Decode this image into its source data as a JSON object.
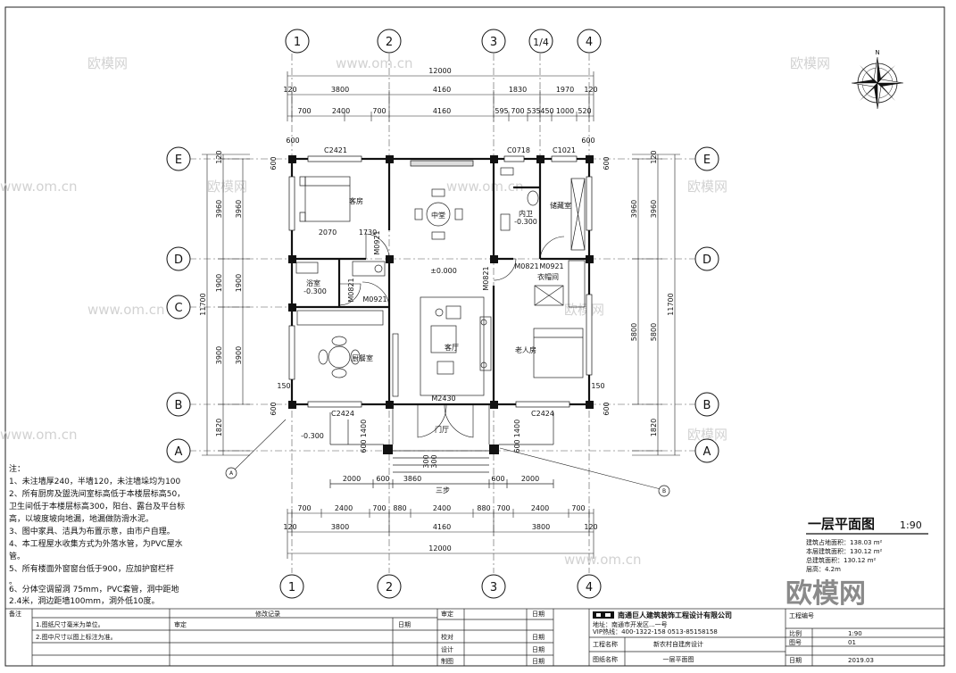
{
  "axes": {
    "top": [
      "1",
      "2",
      "3",
      "1/4",
      "4"
    ],
    "bottom": [
      "1",
      "2",
      "3",
      "4"
    ],
    "left": [
      "E",
      "D",
      "C",
      "B",
      "A"
    ],
    "right": [
      "E",
      "D",
      "B",
      "A"
    ]
  },
  "dims_top": {
    "overall": "12000",
    "row2": [
      "120",
      "3800",
      "4160",
      "1830",
      "1970",
      "120"
    ],
    "row3": [
      "700",
      "2400",
      "700",
      "4160",
      "595",
      "700",
      "535",
      "450",
      "1000",
      "520"
    ],
    "side": [
      "600",
      "600"
    ]
  },
  "dims_bottom": {
    "row1": [
      "700",
      "2400",
      "700",
      "880",
      "2400",
      "880",
      "700",
      "2400",
      "700"
    ],
    "row2": [
      "120",
      "3800",
      "4160",
      "3800",
      "120"
    ],
    "overall": "12000",
    "steps": [
      "2000",
      "600",
      "3860",
      "600",
      "2000"
    ],
    "step_rise": [
      "300",
      "300"
    ],
    "step_count": "三步"
  },
  "dims_left": {
    "overall": "11700",
    "row1": [
      "120",
      "3960",
      "1900",
      "3900",
      "1820"
    ],
    "row2": [
      "3960",
      "1900",
      "3900"
    ],
    "side": [
      "600",
      "150",
      "600"
    ]
  },
  "dims_right": {
    "overall": "11700",
    "row1": [
      "120",
      "3960",
      "5800",
      "1820"
    ],
    "row2": [
      "3960",
      "5800"
    ],
    "side": [
      "600",
      "150",
      "600"
    ]
  },
  "rooms": {
    "guest": "客房",
    "dining": "中堂",
    "toilet2": "内卫",
    "toilet2_level": "-0.300",
    "storage": "储藏室",
    "bath": "浴室",
    "bath_level": "-0.300",
    "laundry": "衣帽间",
    "kitchen": "厨餐室",
    "living": "客厅",
    "elder": "老人房",
    "entrance": "门厅",
    "level0": "±0.000",
    "outside_level": "-0.300"
  },
  "openings": {
    "c2421": "C2421",
    "c0718": "C0718",
    "c1021": "C1021",
    "c2424a": "C2424",
    "c2424b": "C2424",
    "m0921a": "M0921",
    "m0921b": "M0921",
    "m0921c": "M0921",
    "m0821a": "M0821",
    "m0821b": "M0821",
    "m0821c": "M0821",
    "m2430": "M2430",
    "d2070": "2070",
    "d1730": "1730"
  },
  "compass": "N",
  "section_marks": [
    "A",
    "B"
  ],
  "drawing_title": "一层平面图",
  "drawing_scale": "1:90",
  "areas": [
    "建筑占地面积：138.03 m²",
    "本层建筑面积：130.12 m²",
    "总建筑面积：130.12 m²",
    "层高：4.2m"
  ],
  "notes_title": "注：",
  "notes": [
    "1、未注墙厚240，半墙120，未注墙垛均为100",
    "2、所有厨房及盥洗间室标高低于本楼层标高50，",
    "卫生间低于本楼层标高300，阳台、露台及平台标",
    "高，以坡度坡向地漏，地漏做防滑水泥。",
    "3、图中家具、洁具为布置示意，由市户自理。",
    "4、本工程屋水收集方式为外落水管，为PVC屋水",
    "管。",
    "5、所有楼面外窗窗台低于900，应加护窗栏杆",
    "。",
    "6、分体空调留洞 75mm，PVC套管，洞中距地",
    "2.4米，洞边距墙100mm，洞外低10度。"
  ],
  "title_block": {
    "remarks_label": "备注",
    "remarks": [
      "1.图纸尺寸毫米为单位。",
      "2.图中尺寸以图上标注为准。"
    ],
    "revision_label": "修改记录",
    "seal_label": "审定",
    "date_label": "日期",
    "approve_label": "审定",
    "check_label": "校对",
    "design_label": "设计",
    "draw_label": "制图",
    "company": "南通巨人建筑装饰工程设计有限公司",
    "company_addr": "地址：南通市开发区...一号",
    "company_tel": "VIP热线：400-1322-158  0513-85158158",
    "project_label": "工程名称",
    "project_name": "新农村自建房设计",
    "drawing_label": "图纸名称",
    "drawing_name": "一层平面图",
    "no_label": "工程编号",
    "scale_label": "比例",
    "scale_value": "1:90",
    "sheet_label": "图号",
    "sheet_value": "01",
    "date2_label": "日期",
    "date2_value": "2019.03"
  },
  "watermarks": [
    "欧模网",
    "www.om.cn",
    "欧模网",
    "www.om.cn",
    "欧模网",
    "www.om.cn",
    "欧模网",
    "www.om.cn",
    "欧模网",
    "www.om.cn",
    "欧模网",
    "www.om.cn"
  ],
  "logo_watermark": "欧模网"
}
